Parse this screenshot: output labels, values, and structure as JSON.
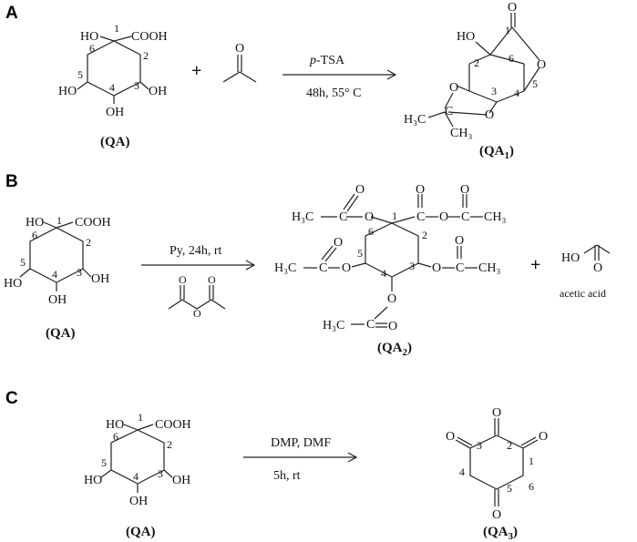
{
  "panels": {
    "A": {
      "letter": "A",
      "reactant_label": "(QA)",
      "plus": "+",
      "reagent_top": "p-TSA",
      "reagent_top_italic": "p",
      "reagent_top_rest": "-TSA",
      "conditions": "48h, 55° C",
      "product_label_main": "(QA",
      "product_label_sub": "1",
      "product_label_close": ")"
    },
    "B": {
      "letter": "B",
      "reactant_label": "(QA)",
      "conditions": "Py, 24h, rt",
      "plus": "+",
      "byproduct_name": "acetic acid",
      "product_label_main": "(QA",
      "product_label_sub": "2",
      "product_label_close": ")"
    },
    "C": {
      "letter": "C",
      "reactant_label": "(QA)",
      "reagent_top": "DMP, DMF",
      "conditions": "5h, rt",
      "product_label_main": "(QA",
      "product_label_sub": "3",
      "product_label_close": ")"
    }
  },
  "atoms": {
    "HO": "HO",
    "OH": "OH",
    "COOH": "COOH",
    "O": "O",
    "H3C": "H₃C",
    "CH3": "CH₃",
    "C": "C"
  },
  "numbers": [
    "1",
    "2",
    "3",
    "4",
    "5",
    "6"
  ],
  "colors": {
    "ink": "#222222",
    "background": "#ffffff"
  }
}
